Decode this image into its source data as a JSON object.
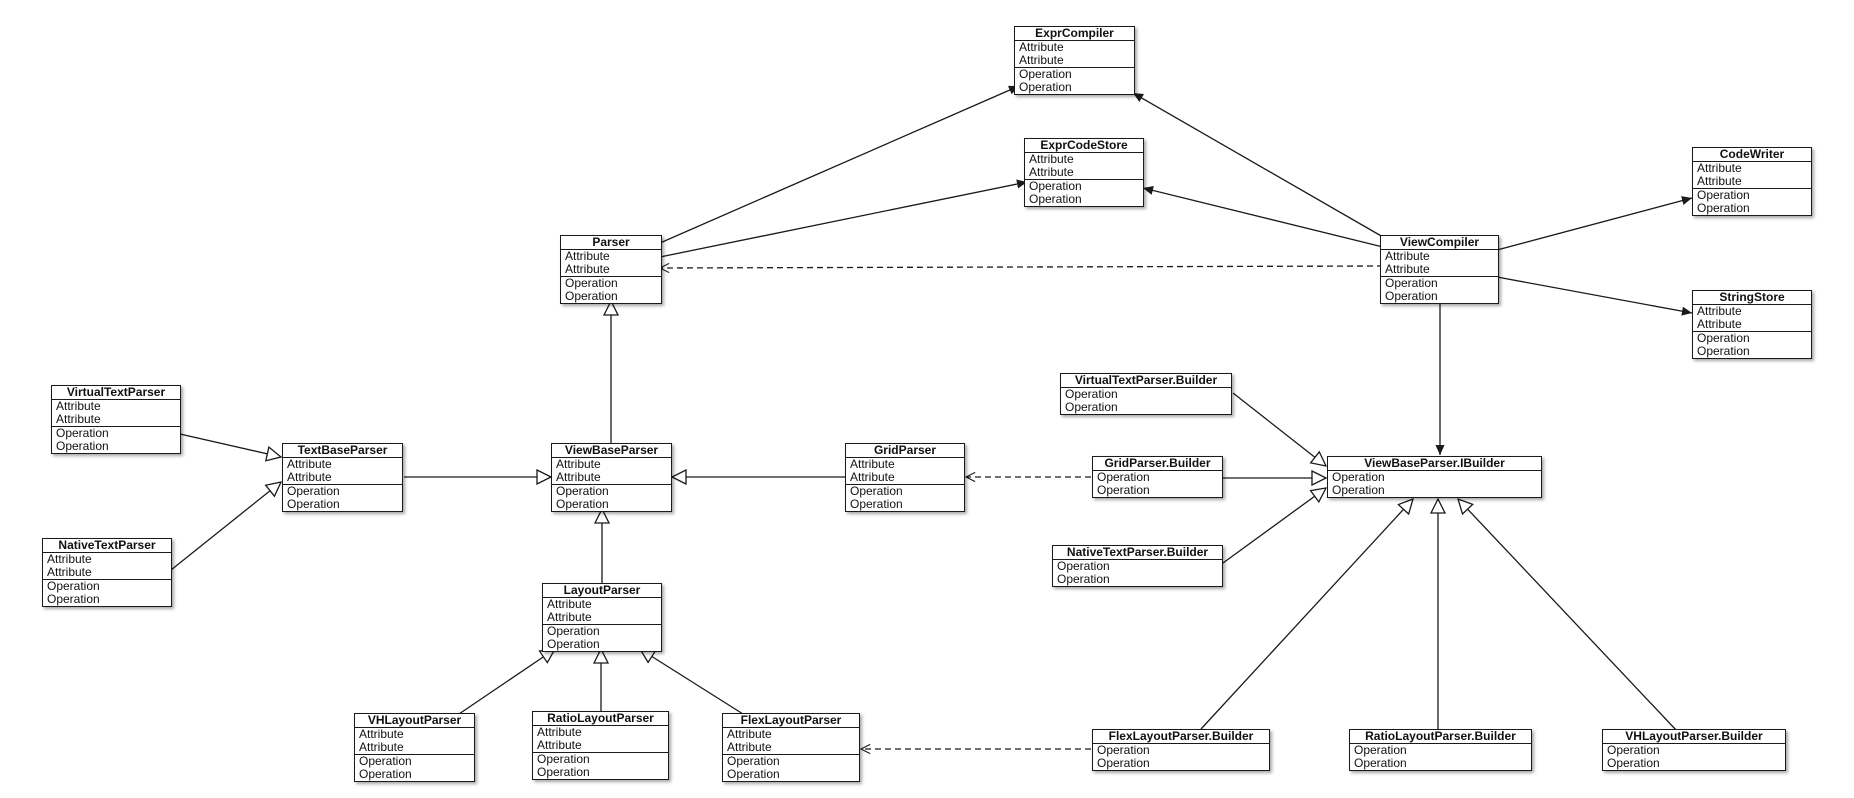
{
  "classes": [
    {
      "id": "exprCompiler",
      "name": "ExprCompiler",
      "attributes": [
        "Attribute",
        "Attribute"
      ],
      "operations": [
        "Operation",
        "Operation"
      ]
    },
    {
      "id": "exprCodeStore",
      "name": "ExprCodeStore",
      "attributes": [
        "Attribute",
        "Attribute"
      ],
      "operations": [
        "Operation",
        "Operation"
      ]
    },
    {
      "id": "codeWriter",
      "name": "CodeWriter",
      "attributes": [
        "Attribute",
        "Attribute"
      ],
      "operations": [
        "Operation",
        "Operation"
      ]
    },
    {
      "id": "parser",
      "name": "Parser",
      "attributes": [
        "Attribute",
        "Attribute"
      ],
      "operations": [
        "Operation",
        "Operation"
      ]
    },
    {
      "id": "viewCompiler",
      "name": "ViewCompiler",
      "attributes": [
        "Attribute",
        "Attribute"
      ],
      "operations": [
        "Operation",
        "Operation"
      ]
    },
    {
      "id": "stringStore",
      "name": "StringStore",
      "attributes": [
        "Attribute",
        "Attribute"
      ],
      "operations": [
        "Operation",
        "Operation"
      ]
    },
    {
      "id": "virtualTextParserBuilder",
      "name": "VirtualTextParser.Builder",
      "attributes": [],
      "operations": [
        "Operation",
        "Operation"
      ]
    },
    {
      "id": "virtualTextParser",
      "name": "VirtualTextParser",
      "attributes": [
        "Attribute",
        "Attribute"
      ],
      "operations": [
        "Operation",
        "Operation"
      ]
    },
    {
      "id": "textBaseParser",
      "name": "TextBaseParser",
      "attributes": [
        "Attribute",
        "Attribute"
      ],
      "operations": [
        "Operation",
        "Operation"
      ]
    },
    {
      "id": "viewBaseParser",
      "name": "ViewBaseParser",
      "attributes": [
        "Attribute",
        "Attribute"
      ],
      "operations": [
        "Operation",
        "Operation"
      ]
    },
    {
      "id": "gridParser",
      "name": "GridParser",
      "attributes": [
        "Attribute",
        "Attribute"
      ],
      "operations": [
        "Operation",
        "Operation"
      ]
    },
    {
      "id": "gridParserBuilder",
      "name": "GridParser.Builder",
      "attributes": [],
      "operations": [
        "Operation",
        "Operation"
      ]
    },
    {
      "id": "viewBaseParserIBuilder",
      "name": "ViewBaseParser.IBuilder",
      "attributes": [],
      "operations": [
        "Operation",
        "Operation"
      ]
    },
    {
      "id": "nativeTextParser",
      "name": "NativeTextParser",
      "attributes": [
        "Attribute",
        "Attribute"
      ],
      "operations": [
        "Operation",
        "Operation"
      ]
    },
    {
      "id": "nativeTextParserBuilder",
      "name": "NativeTextParser.Builder",
      "attributes": [],
      "operations": [
        "Operation",
        "Operation"
      ]
    },
    {
      "id": "layoutParser",
      "name": "LayoutParser",
      "attributes": [
        "Attribute",
        "Attribute"
      ],
      "operations": [
        "Operation",
        "Operation"
      ]
    },
    {
      "id": "vhLayoutParser",
      "name": "VHLayoutParser",
      "attributes": [
        "Attribute",
        "Attribute"
      ],
      "operations": [
        "Operation",
        "Operation"
      ]
    },
    {
      "id": "ratioLayoutParser",
      "name": "RatioLayoutParser",
      "attributes": [
        "Attribute",
        "Attribute"
      ],
      "operations": [
        "Operation",
        "Operation"
      ]
    },
    {
      "id": "flexLayoutParser",
      "name": "FlexLayoutParser",
      "attributes": [
        "Attribute",
        "Attribute"
      ],
      "operations": [
        "Operation",
        "Operation"
      ]
    },
    {
      "id": "flexLayoutParserBuilder",
      "name": "FlexLayoutParser.Builder",
      "attributes": [],
      "operations": [
        "Operation",
        "Operation"
      ]
    },
    {
      "id": "ratioLayoutParserBuilder",
      "name": "RatioLayoutParser.Builder",
      "attributes": [],
      "operations": [
        "Operation",
        "Operation"
      ]
    },
    {
      "id": "vhLayoutParserBuilder",
      "name": "VHLayoutParser.Builder",
      "attributes": [],
      "operations": [
        "Operation",
        "Operation"
      ]
    }
  ],
  "relations": [
    {
      "from": "parser",
      "to": "exprCompiler",
      "type": "association"
    },
    {
      "from": "parser",
      "to": "exprCodeStore",
      "type": "association"
    },
    {
      "from": "viewCompiler",
      "to": "exprCompiler",
      "type": "association"
    },
    {
      "from": "viewCompiler",
      "to": "exprCodeStore",
      "type": "association"
    },
    {
      "from": "viewCompiler",
      "to": "codeWriter",
      "type": "association"
    },
    {
      "from": "viewCompiler",
      "to": "stringStore",
      "type": "association"
    },
    {
      "from": "viewCompiler",
      "to": "parser",
      "type": "dependency"
    },
    {
      "from": "viewCompiler",
      "to": "viewBaseParserIBuilder",
      "type": "association"
    },
    {
      "from": "viewBaseParser",
      "to": "parser",
      "type": "generalization"
    },
    {
      "from": "virtualTextParser",
      "to": "textBaseParser",
      "type": "generalization"
    },
    {
      "from": "nativeTextParser",
      "to": "textBaseParser",
      "type": "generalization"
    },
    {
      "from": "textBaseParser",
      "to": "viewBaseParser",
      "type": "generalization"
    },
    {
      "from": "gridParser",
      "to": "viewBaseParser",
      "type": "generalization"
    },
    {
      "from": "layoutParser",
      "to": "viewBaseParser",
      "type": "generalization"
    },
    {
      "from": "vhLayoutParser",
      "to": "layoutParser",
      "type": "generalization"
    },
    {
      "from": "ratioLayoutParser",
      "to": "layoutParser",
      "type": "generalization"
    },
    {
      "from": "flexLayoutParser",
      "to": "layoutParser",
      "type": "generalization"
    },
    {
      "from": "gridParserBuilder",
      "to": "gridParser",
      "type": "dependency"
    },
    {
      "from": "flexLayoutParserBuilder",
      "to": "flexLayoutParser",
      "type": "dependency"
    },
    {
      "from": "virtualTextParserBuilder",
      "to": "viewBaseParserIBuilder",
      "type": "generalization"
    },
    {
      "from": "gridParserBuilder",
      "to": "viewBaseParserIBuilder",
      "type": "generalization"
    },
    {
      "from": "nativeTextParserBuilder",
      "to": "viewBaseParserIBuilder",
      "type": "generalization"
    },
    {
      "from": "flexLayoutParserBuilder",
      "to": "viewBaseParserIBuilder",
      "type": "generalization"
    },
    {
      "from": "ratioLayoutParserBuilder",
      "to": "viewBaseParserIBuilder",
      "type": "generalization"
    },
    {
      "from": "vhLayoutParserBuilder",
      "to": "viewBaseParserIBuilder",
      "type": "generalization"
    }
  ]
}
